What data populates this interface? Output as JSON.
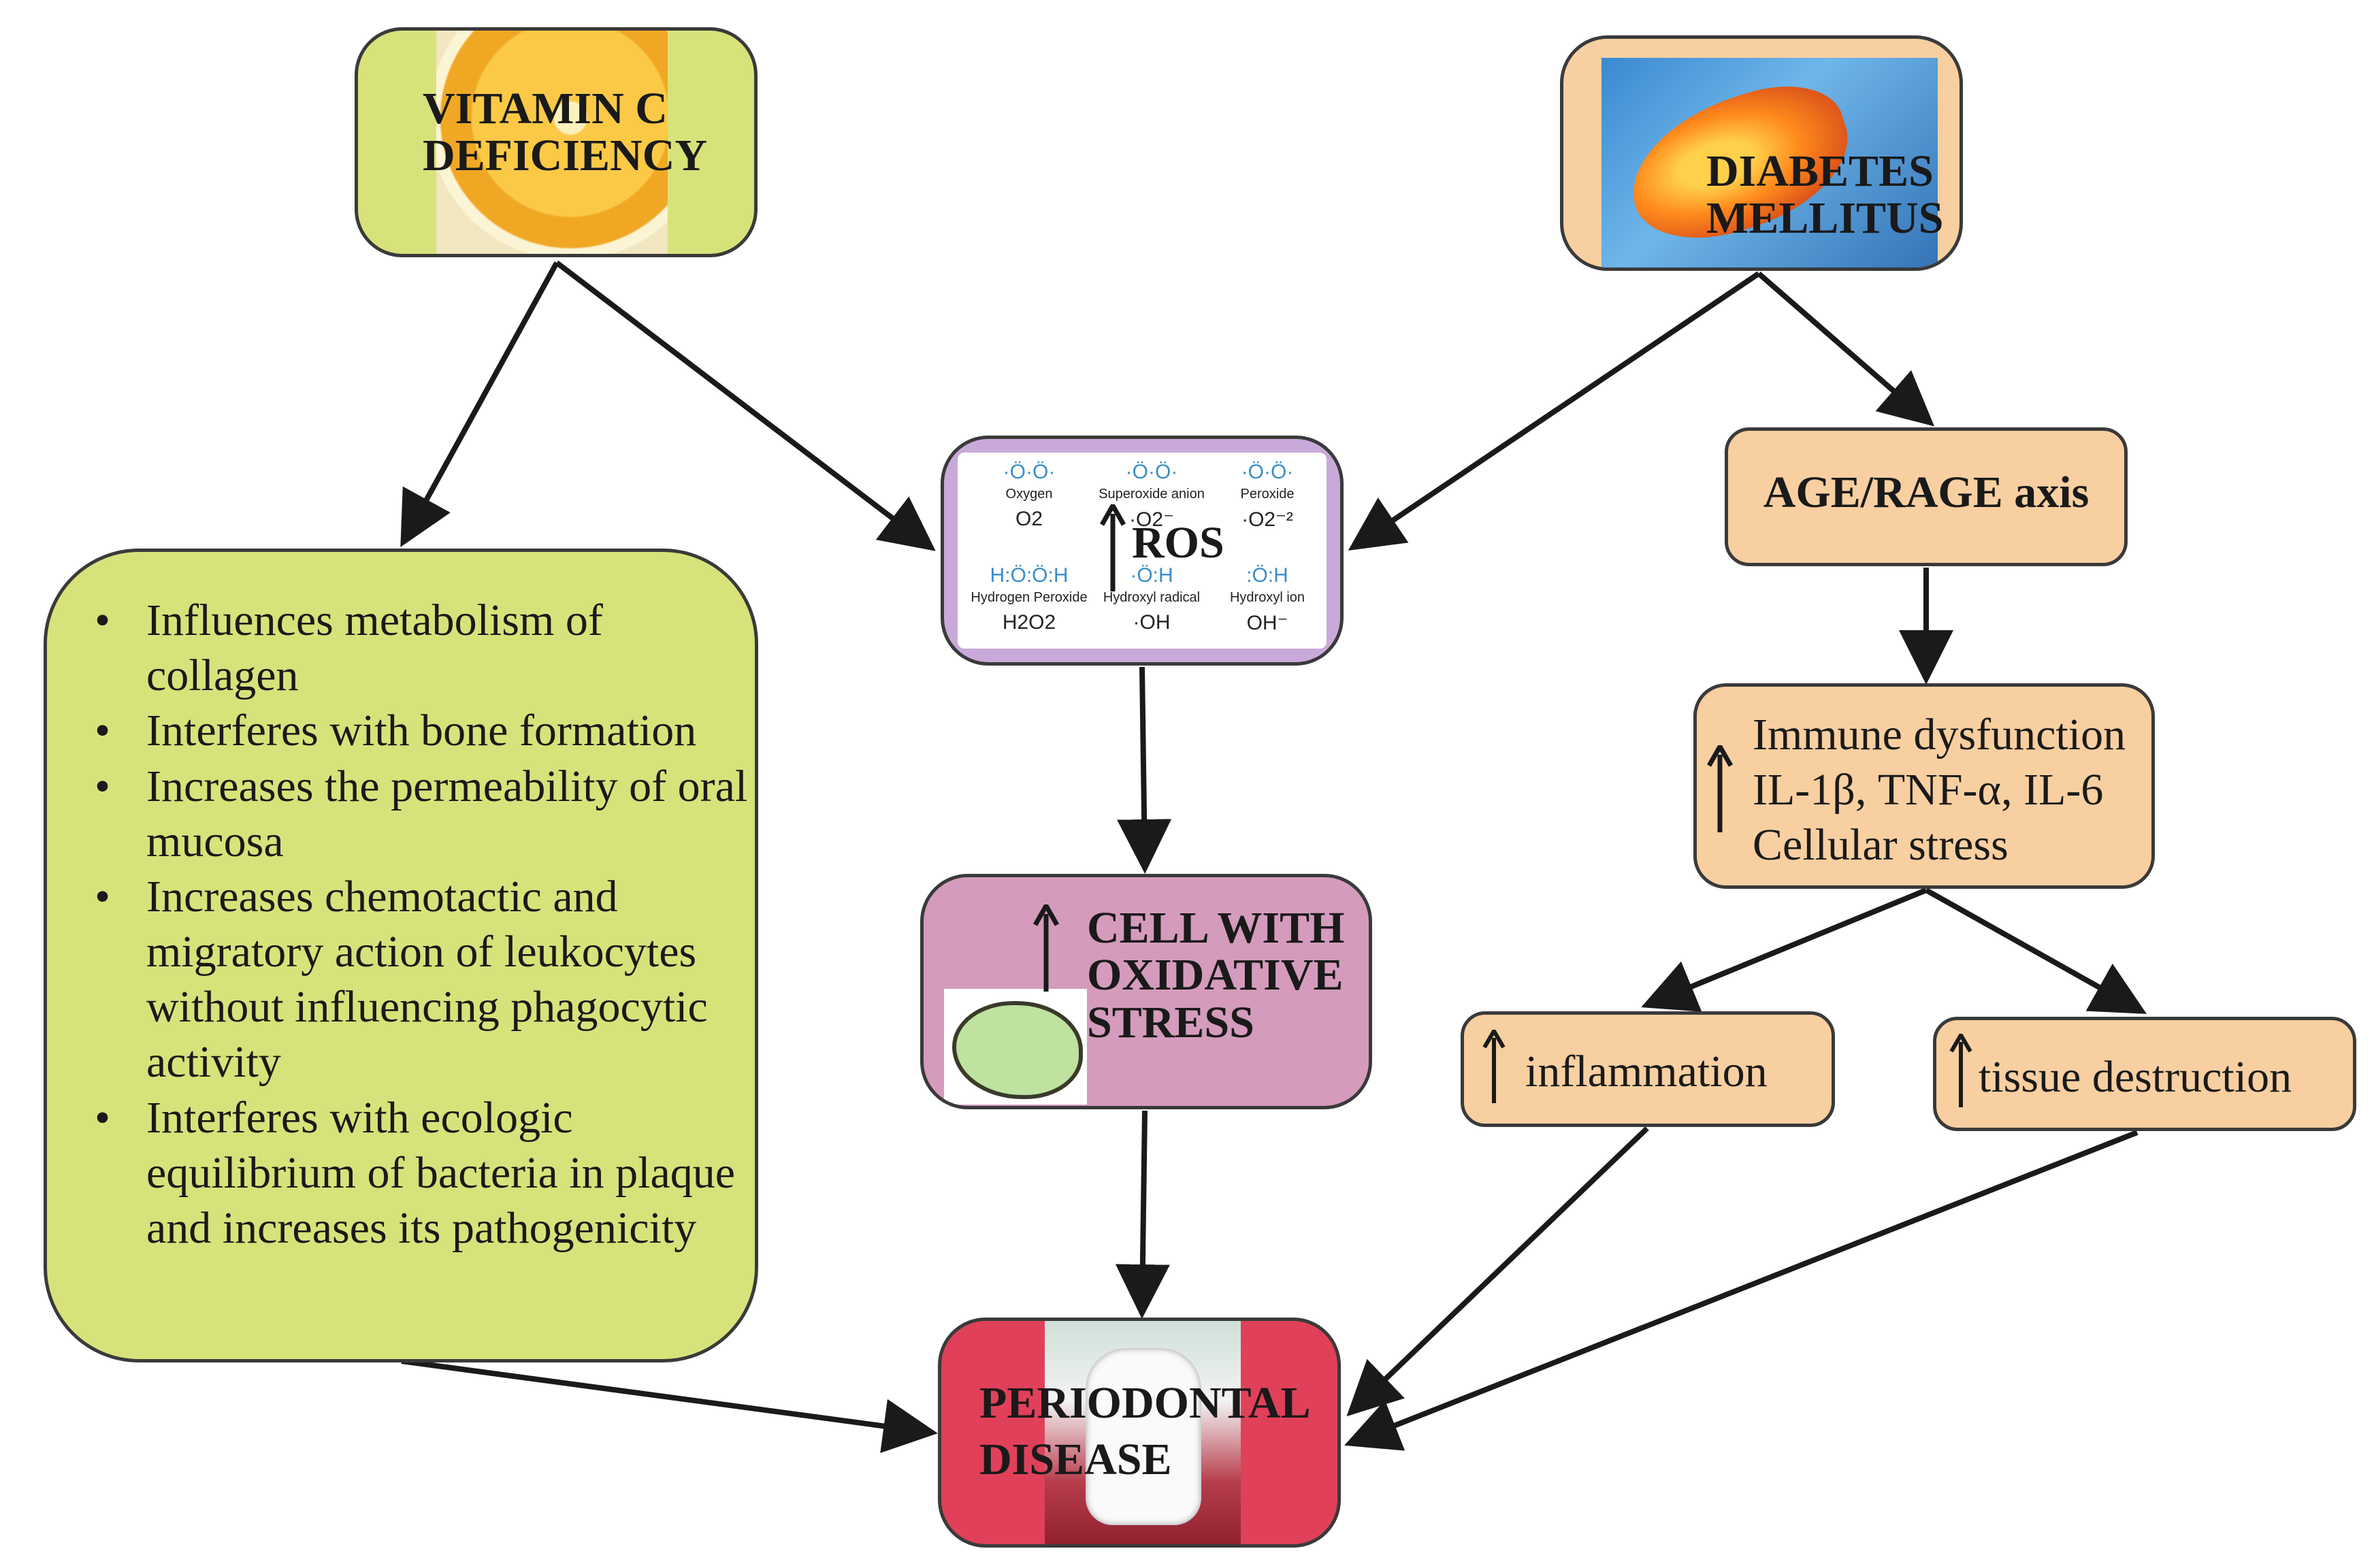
{
  "nodes": {
    "vitamin_c": {
      "title_line1": "VITAMIN C",
      "title_line2": "DEFICIENCY",
      "fill": "#d8e27a"
    },
    "diabetes": {
      "title_line1": "DIABETES",
      "title_line2": "MELLITUS",
      "fill": "#f8cfa0"
    },
    "ros": {
      "title": "ROS",
      "fill": "#c9a9d9",
      "species": [
        {
          "name": "Oxygen",
          "formula": "O2"
        },
        {
          "name": "Superoxide anion",
          "formula": "·O2⁻"
        },
        {
          "name": "Peroxide",
          "formula": "·O2⁻²"
        },
        {
          "name": "Hydrogen Peroxide",
          "formula": "H2O2"
        },
        {
          "name": "Hydroxyl radical",
          "formula": "·OH"
        },
        {
          "name": "Hydroxyl ion",
          "formula": "OH⁻"
        }
      ]
    },
    "cell_stress": {
      "title_line1": "CELL WITH",
      "title_line2": "OXIDATIVE",
      "title_line3": "STRESS",
      "fill": "#d49bbc"
    },
    "periodontal": {
      "title_line1": "PERIODONTAL",
      "title_line2": "DISEASE",
      "fill": "#e0405a"
    },
    "age_rage": {
      "title": "AGE/RAGE axis",
      "fill": "#f8cfa0"
    },
    "immune": {
      "line1": "Immune dysfunction",
      "line2": "IL-1β, TNF-α, IL-6",
      "line3": "Cellular stress"
    },
    "inflammation": {
      "label": "inflammation"
    },
    "tissue": {
      "label": "tissue destruction"
    },
    "effects": {
      "bullet": "•",
      "items": [
        "Influences metabolism of collagen",
        "Interferes with bone formation",
        "Increases the permeability of oral mucosa",
        "Increases chemotactic and migratory action of leukocytes without influencing phagocytic activity",
        "Interferes with ecologic equilibrium of bacteria in plaque and increases its pathogenicity"
      ]
    }
  },
  "edges": [
    {
      "from": "vitamin_c",
      "to": "effects"
    },
    {
      "from": "vitamin_c",
      "to": "ros"
    },
    {
      "from": "diabetes",
      "to": "ros"
    },
    {
      "from": "diabetes",
      "to": "age_rage"
    },
    {
      "from": "age_rage",
      "to": "immune"
    },
    {
      "from": "ros",
      "to": "cell_stress"
    },
    {
      "from": "immune",
      "to": "inflammation"
    },
    {
      "from": "immune",
      "to": "tissue"
    },
    {
      "from": "cell_stress",
      "to": "periodontal"
    },
    {
      "from": "effects",
      "to": "periodontal"
    },
    {
      "from": "inflammation",
      "to": "periodontal"
    },
    {
      "from": "tissue",
      "to": "periodontal"
    }
  ],
  "arrow_color": "#1a1a1a"
}
